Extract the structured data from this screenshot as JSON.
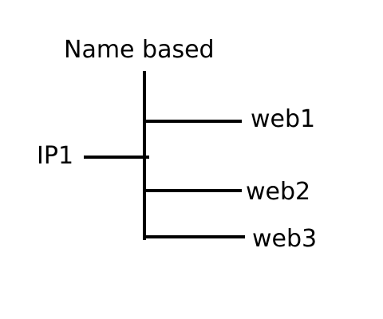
{
  "title": "Name based",
  "source": {
    "label": "IP1"
  },
  "targets": [
    {
      "label": "web1"
    },
    {
      "label": "web2"
    },
    {
      "label": "web3"
    }
  ],
  "colors": {
    "line": "#000000",
    "text": "#000000",
    "background": "#ffffff"
  }
}
